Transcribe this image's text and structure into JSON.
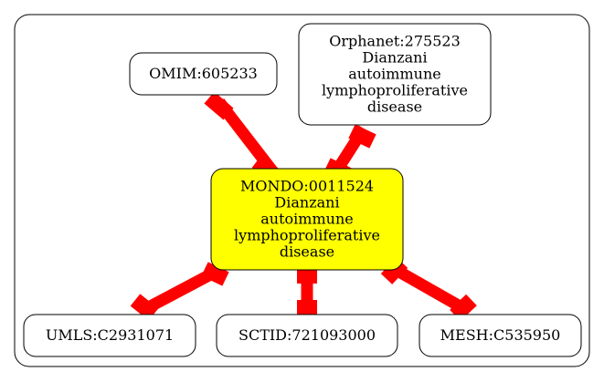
{
  "nodes": {
    "mondo": {
      "lines": [
        "MONDO:0011524",
        "Dianzani",
        "autoimmune",
        "lymphoproliferative",
        "disease"
      ],
      "fill": "#ffff00"
    },
    "omim": {
      "lines": [
        "OMIM:605233"
      ],
      "fill": "#ffffff"
    },
    "orphanet": {
      "lines": [
        "Orphanet:275523",
        "Dianzani",
        "autoimmune",
        "lymphoproliferative",
        "disease"
      ],
      "fill": "#ffffff"
    },
    "umls": {
      "lines": [
        "UMLS:C2931071"
      ],
      "fill": "#ffffff"
    },
    "sctid": {
      "lines": [
        "SCTID:721093000"
      ],
      "fill": "#ffffff"
    },
    "mesh": {
      "lines": [
        "MESH:C535950"
      ],
      "fill": "#ffffff"
    }
  },
  "edge_color": "#ff0000"
}
